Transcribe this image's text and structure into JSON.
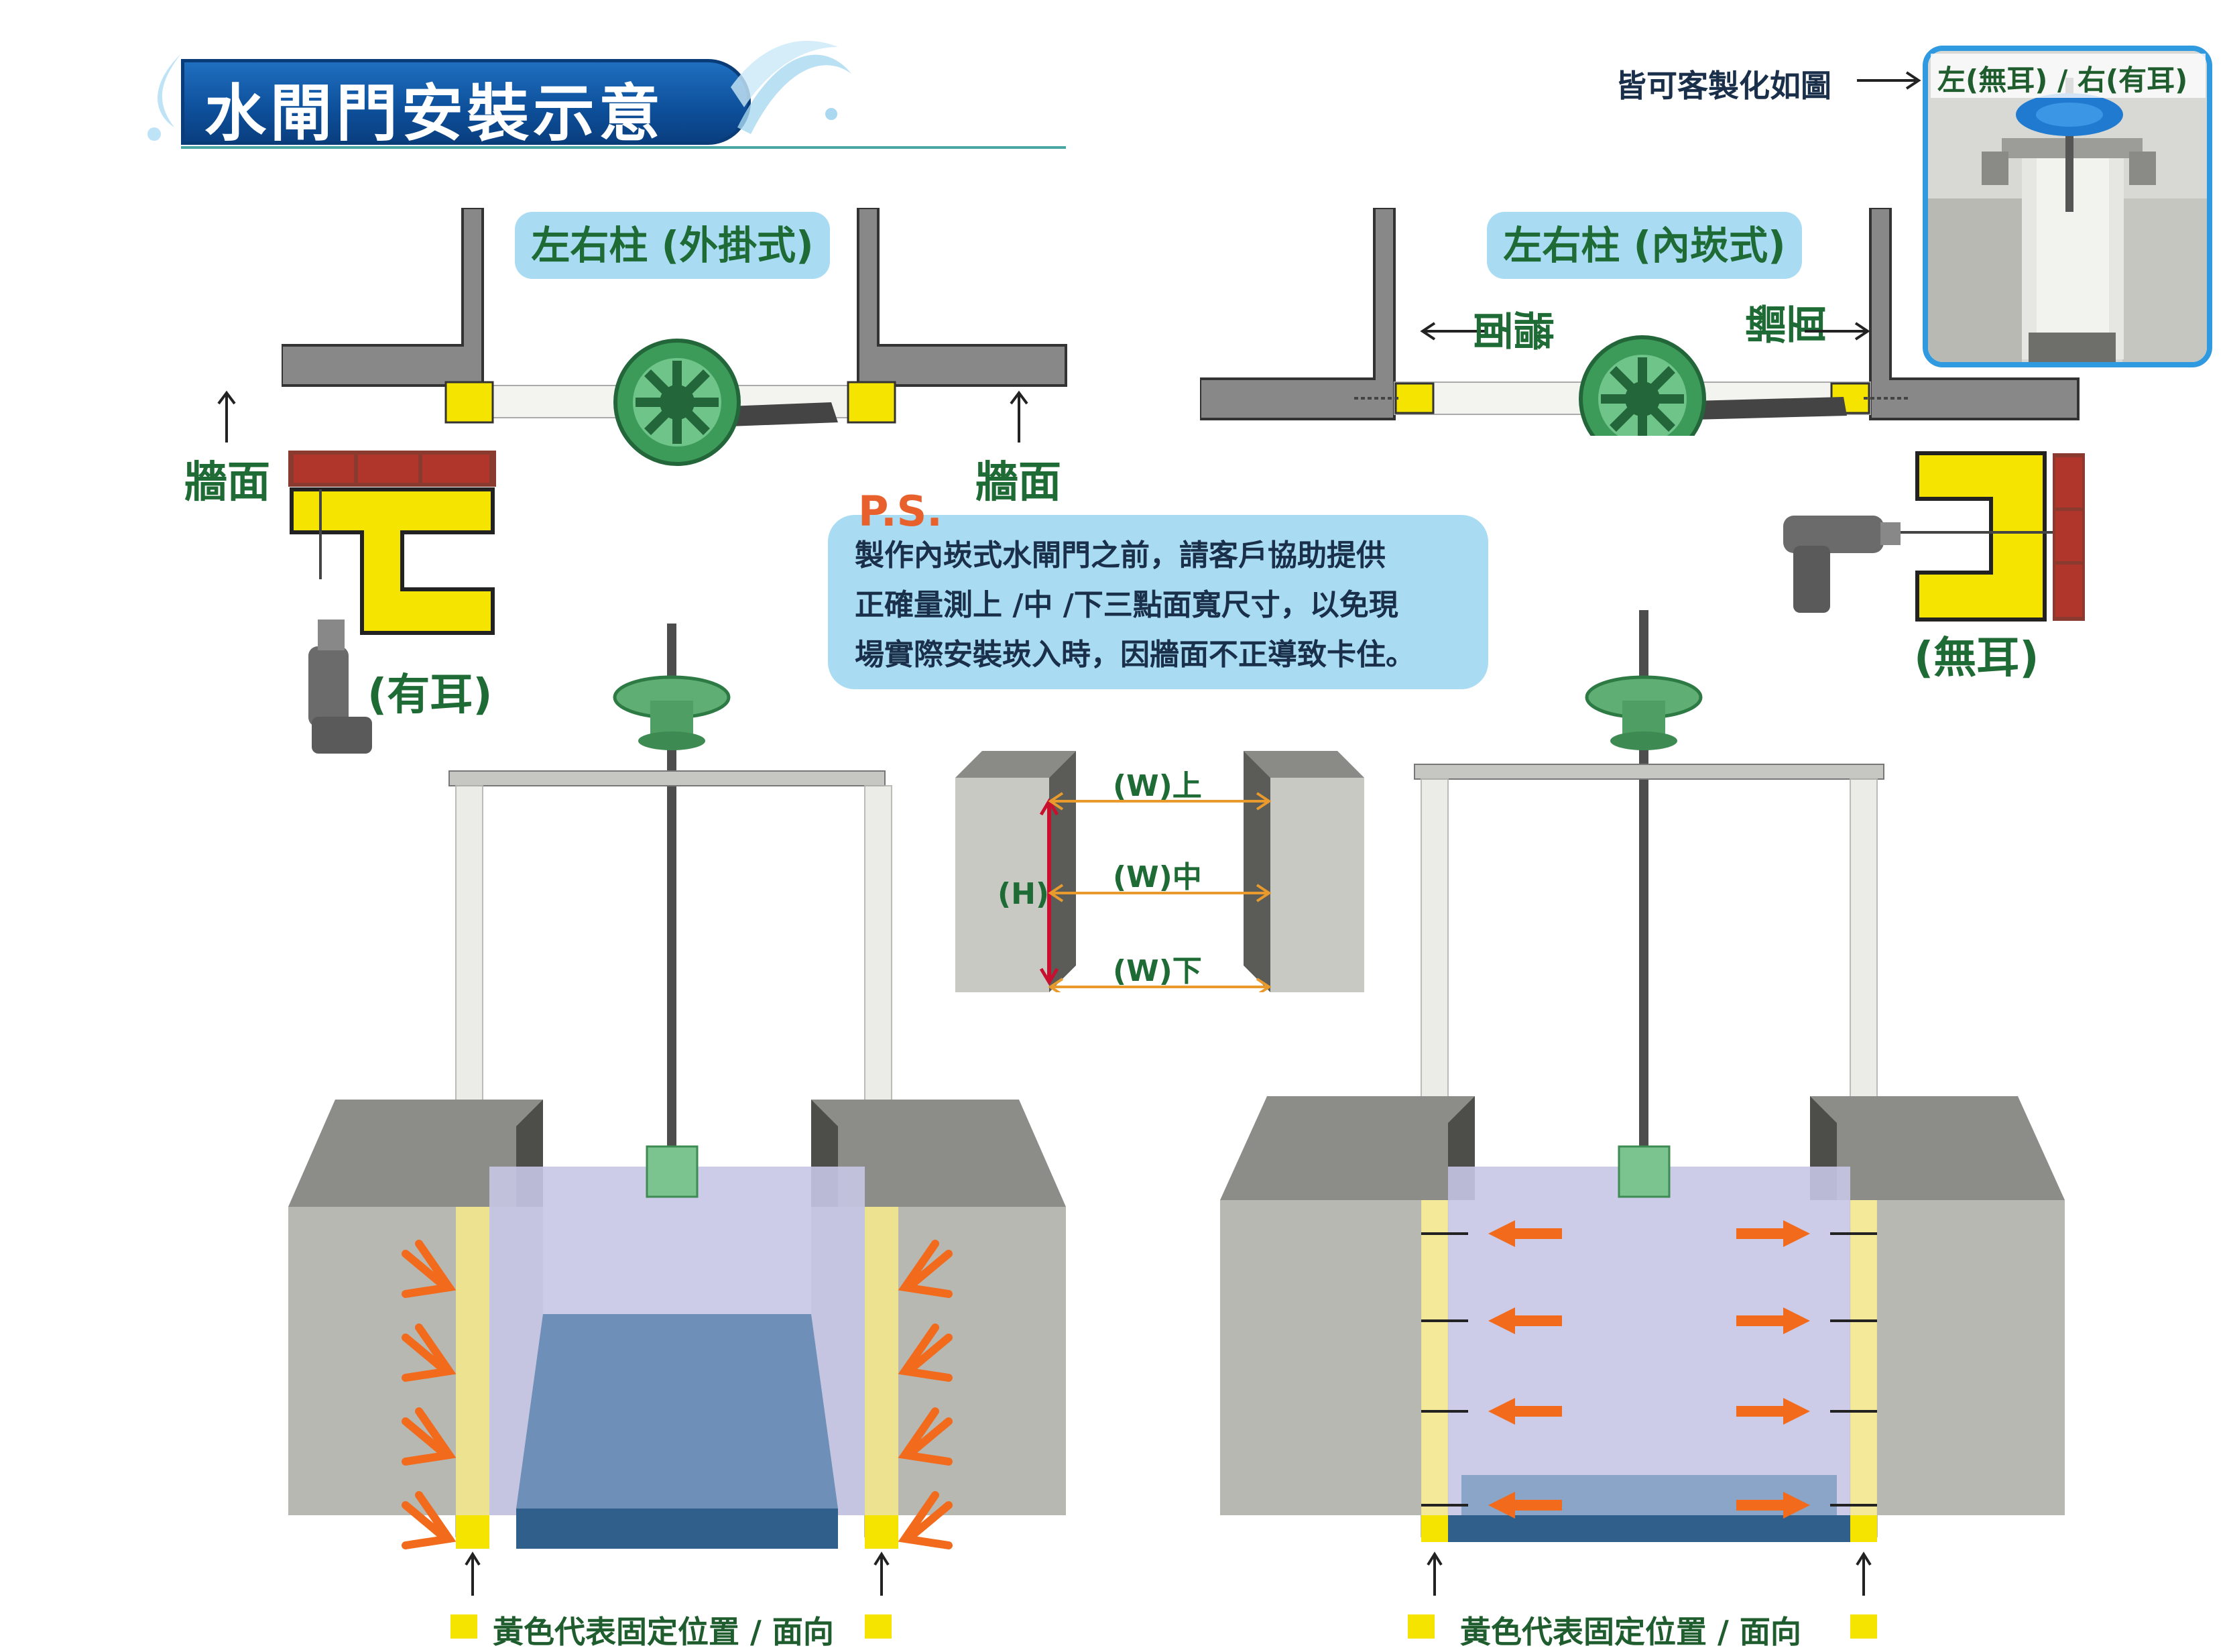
{
  "title": "水閘門安裝示意",
  "custom_note": "皆可客製化如圖",
  "custom_photo_label": "左(無耳) / 右(有耳)",
  "left_plan": {
    "label": "左右柱 (外掛式)",
    "wall_left": "牆面",
    "wall_right": "牆面",
    "ear_label": "(有耳)"
  },
  "right_plan": {
    "label": "左右柱 (內崁式)",
    "wall_left": "牆面",
    "wall_right": "牆面",
    "ear_label": "(無耳)"
  },
  "ps": {
    "title": "P.S.",
    "lines": [
      "製作內崁式水閘門之前，請客戶協助提供",
      "正確量測上 /中 /下三點面寬尺寸，以免現",
      "場實際安裝崁入時，因牆面不正導致卡住。"
    ]
  },
  "measure": {
    "w_top": "(W)上",
    "w_mid": "(W)中",
    "w_bot": "(W)下",
    "h": "(H)"
  },
  "legend_left": "黃色代表固定位置 / 面向",
  "legend_right": "黃色代表固定位置 / 面向",
  "colors": {
    "title_blue": "#0d4f9a",
    "green_text": "#1f6b35",
    "pill_blue": "#a9dcf3",
    "ps_orange": "#e8612c",
    "yellow": "#f4e400",
    "brick": "#b0352a",
    "wheel_green": "#3d9b5a",
    "arrow_orange": "#f26a1b"
  }
}
